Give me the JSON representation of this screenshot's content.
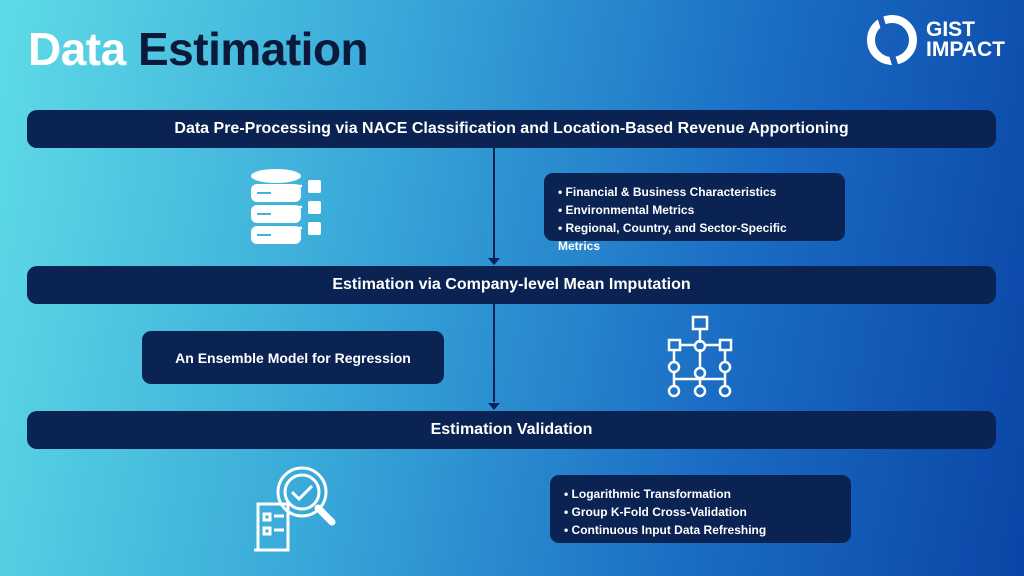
{
  "title": {
    "part1": "Data",
    "part2": "Estimation"
  },
  "logo": {
    "line1": "GIST",
    "line2": "IMPACT"
  },
  "steps": [
    {
      "label": "Data Pre-Processing via NACE Classification and Location-Based Revenue Apportioning"
    },
    {
      "label": "Estimation via Company-level Mean Imputation"
    },
    {
      "label": "Estimation Validation"
    }
  ],
  "step1_items": [
    "Financial & Business Characteristics",
    "Environmental Metrics",
    "Regional, Country, and Sector-Specific Metrics"
  ],
  "step2_box": "An Ensemble Model for Regression",
  "step3_items": [
    "Logarithmic Transformation",
    "Group K-Fold Cross-Validation",
    "Continuous Input Data Refreshing"
  ]
}
